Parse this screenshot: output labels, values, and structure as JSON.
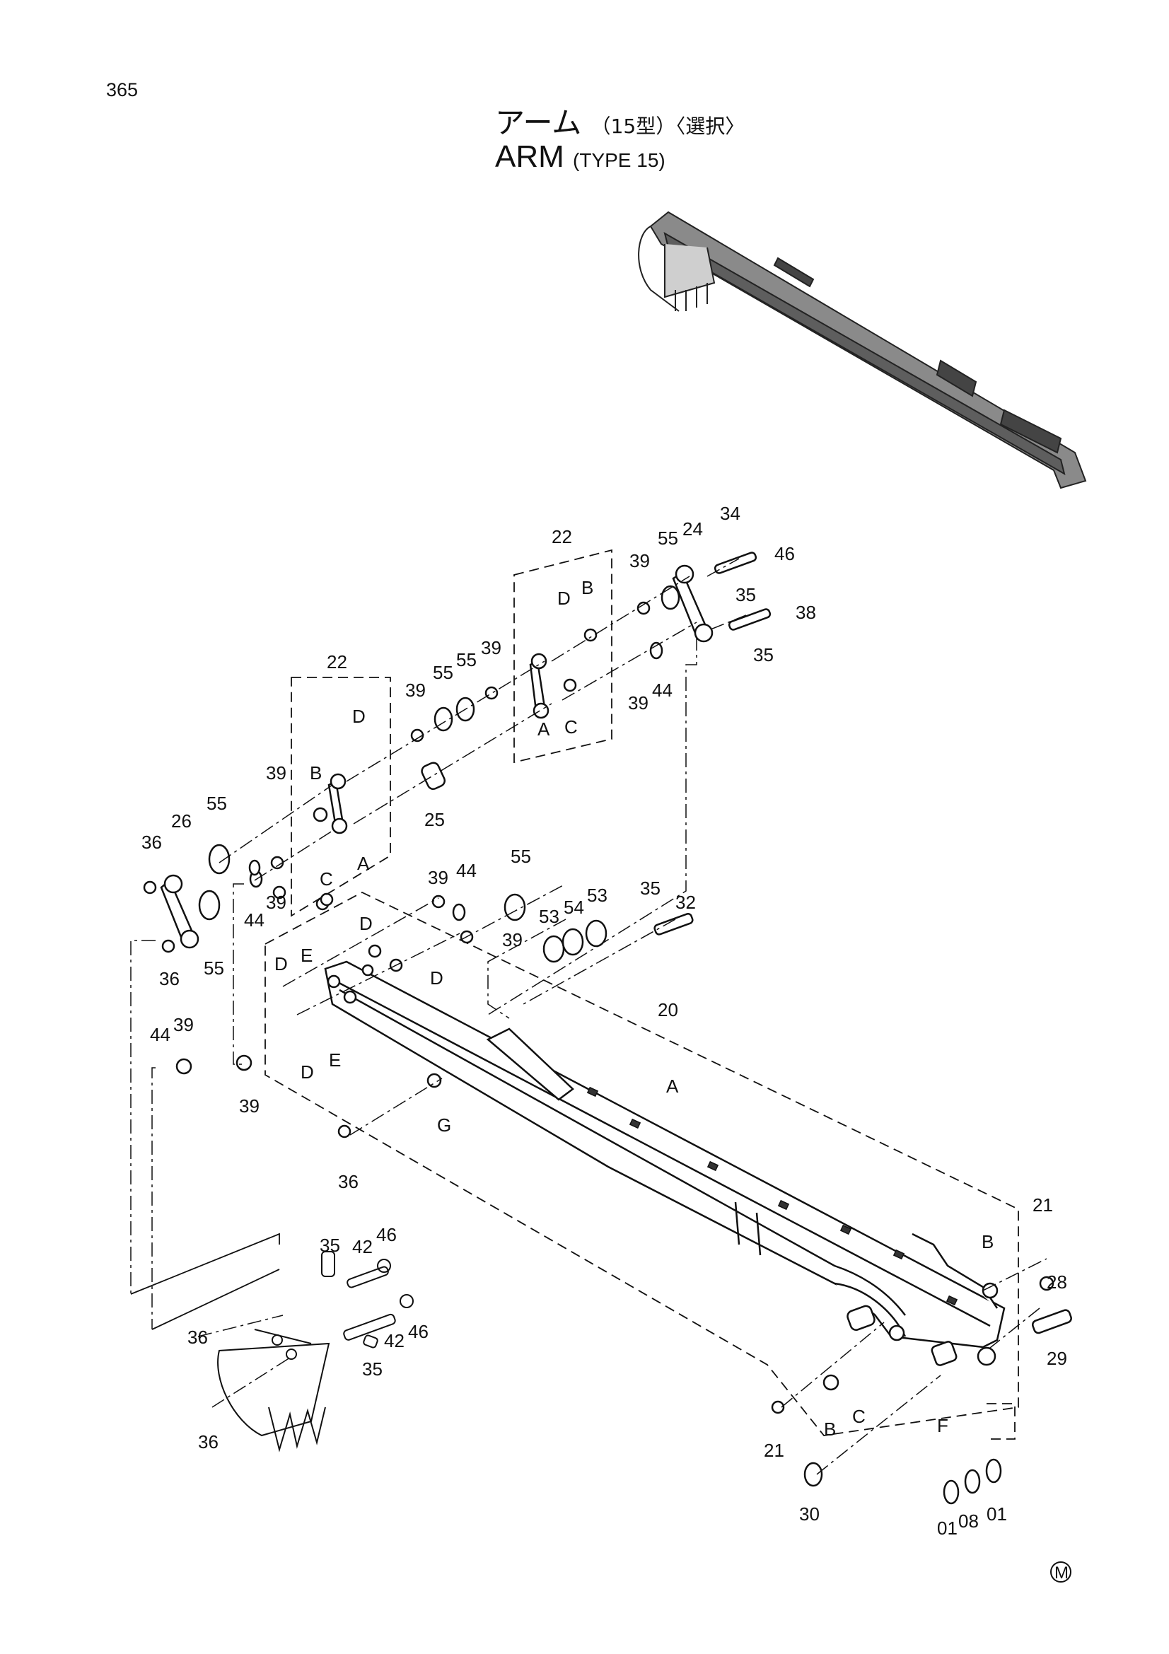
{
  "page": {
    "number": "365"
  },
  "title": {
    "japanese": "アーム",
    "japanese_sub": "（15型）〈選択〉",
    "english": "ARM",
    "english_sub": "(TYPE 15)"
  },
  "callouts": [
    {
      "id": "c-34",
      "text": "34"
    },
    {
      "id": "c-46a",
      "text": "46"
    },
    {
      "id": "c-22a",
      "text": "22"
    },
    {
      "id": "c-55a",
      "text": "55"
    },
    {
      "id": "c-24",
      "text": "24"
    },
    {
      "id": "c-39a",
      "text": "39"
    },
    {
      "id": "c-Da",
      "text": "D"
    },
    {
      "id": "c-Ba",
      "text": "B"
    },
    {
      "id": "c-35a",
      "text": "35"
    },
    {
      "id": "c-38",
      "text": "38"
    },
    {
      "id": "c-35b",
      "text": "35"
    },
    {
      "id": "c-22b",
      "text": "22"
    },
    {
      "id": "c-55b",
      "text": "55"
    },
    {
      "id": "c-55c",
      "text": "55"
    },
    {
      "id": "c-39b",
      "text": "39"
    },
    {
      "id": "c-39c",
      "text": "39"
    },
    {
      "id": "c-44a",
      "text": "44"
    },
    {
      "id": "c-39d",
      "text": "39"
    },
    {
      "id": "c-Db",
      "text": "D"
    },
    {
      "id": "c-Aa",
      "text": "A"
    },
    {
      "id": "c-Ca",
      "text": "C"
    },
    {
      "id": "c-39e",
      "text": "39"
    },
    {
      "id": "c-Bb",
      "text": "B"
    },
    {
      "id": "c-26",
      "text": "26"
    },
    {
      "id": "c-55d",
      "text": "55"
    },
    {
      "id": "c-25",
      "text": "25"
    },
    {
      "id": "c-36a",
      "text": "36"
    },
    {
      "id": "c-Cb",
      "text": "C"
    },
    {
      "id": "c-Ab",
      "text": "A"
    },
    {
      "id": "c-39f",
      "text": "39"
    },
    {
      "id": "c-44b",
      "text": "44"
    },
    {
      "id": "c-55e",
      "text": "55"
    },
    {
      "id": "c-39g",
      "text": "39"
    },
    {
      "id": "c-44c",
      "text": "44"
    },
    {
      "id": "c-35c",
      "text": "35"
    },
    {
      "id": "c-32",
      "text": "32"
    },
    {
      "id": "c-36b",
      "text": "36"
    },
    {
      "id": "c-55f",
      "text": "55"
    },
    {
      "id": "c-Dc",
      "text": "D"
    },
    {
      "id": "c-39h",
      "text": "39"
    },
    {
      "id": "c-53a",
      "text": "53"
    },
    {
      "id": "c-54",
      "text": "54"
    },
    {
      "id": "c-53b",
      "text": "53"
    },
    {
      "id": "c-Dd",
      "text": "D"
    },
    {
      "id": "c-Ea",
      "text": "E"
    },
    {
      "id": "c-De",
      "text": "D"
    },
    {
      "id": "c-20",
      "text": "20"
    },
    {
      "id": "c-44d",
      "text": "44"
    },
    {
      "id": "c-39i",
      "text": "39"
    },
    {
      "id": "c-Df",
      "text": "D"
    },
    {
      "id": "c-Eb",
      "text": "E"
    },
    {
      "id": "c-39j",
      "text": "39"
    },
    {
      "id": "c-Ac",
      "text": "A"
    },
    {
      "id": "c-Ga",
      "text": "G"
    },
    {
      "id": "c-36c",
      "text": "36"
    },
    {
      "id": "c-21a",
      "text": "21"
    },
    {
      "id": "c-Bc",
      "text": "B"
    },
    {
      "id": "c-28",
      "text": "28"
    },
    {
      "id": "c-35d",
      "text": "35"
    },
    {
      "id": "c-42a",
      "text": "42"
    },
    {
      "id": "c-46b",
      "text": "46"
    },
    {
      "id": "c-46c",
      "text": "46"
    },
    {
      "id": "c-42b",
      "text": "42"
    },
    {
      "id": "c-36d",
      "text": "36"
    },
    {
      "id": "c-35e",
      "text": "35"
    },
    {
      "id": "c-29",
      "text": "29"
    },
    {
      "id": "c-36e",
      "text": "36"
    },
    {
      "id": "c-21b",
      "text": "21"
    },
    {
      "id": "c-Bd",
      "text": "B"
    },
    {
      "id": "c-Cc",
      "text": "C"
    },
    {
      "id": "c-Fa",
      "text": "F"
    },
    {
      "id": "c-30",
      "text": "30"
    },
    {
      "id": "c-01a",
      "text": "01"
    },
    {
      "id": "c-08",
      "text": "08"
    },
    {
      "id": "c-01b",
      "text": "01"
    }
  ],
  "footer_mark": "M"
}
